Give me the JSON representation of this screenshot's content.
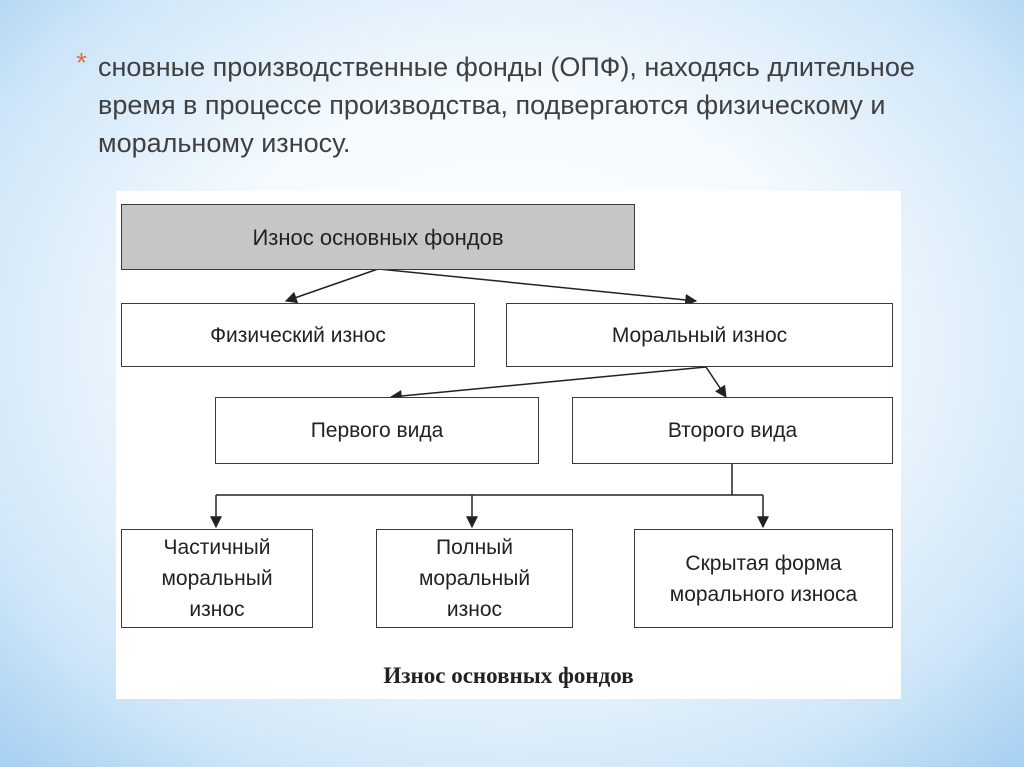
{
  "slide": {
    "bullet": "*",
    "text": "сновные производственные фонды (ОПФ), находясь длительное время в процессе производства, подвергаются физическому и моральному износу."
  },
  "diagram": {
    "root": "Износ основных фондов",
    "physical": "Физический износ",
    "moral": "Моральный износ",
    "first_kind": "Первого вида",
    "second_kind": "Второго вида",
    "partial": "Частичный моральный износ",
    "full": "Полный моральный износ",
    "hidden": "Скрытая форма морального износа",
    "caption": "Износ основных фондов"
  }
}
